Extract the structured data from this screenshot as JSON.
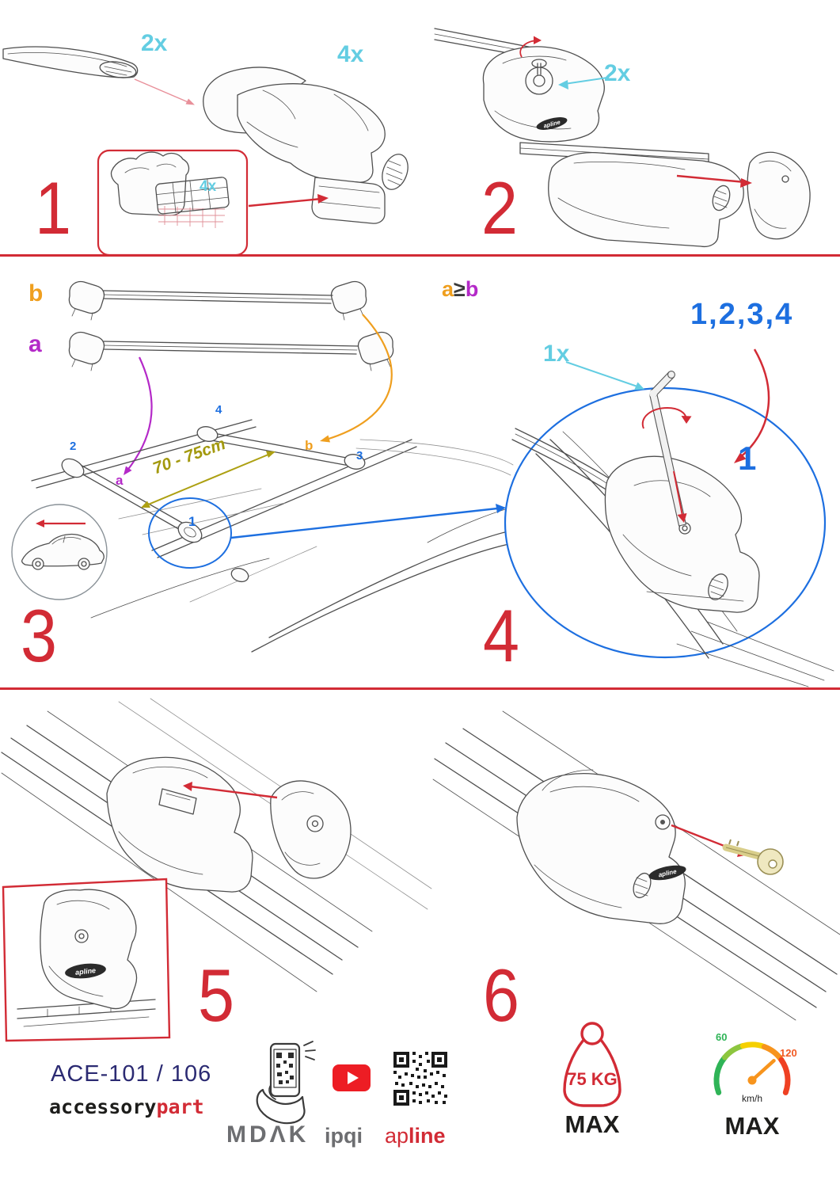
{
  "brandmark": "apline",
  "step1": {
    "number": "1",
    "bar_qty": "2x",
    "foot_qty": "4x",
    "pad_qty": "4x"
  },
  "step2": {
    "number": "2",
    "key_qty": "2x"
  },
  "step3": {
    "number": "3",
    "bar_b": "b",
    "bar_a": "a",
    "span": "70 - 75cm",
    "pos1": "1",
    "pos2": "2",
    "pos3": "3",
    "pos4": "4",
    "posa": "a",
    "posb": "b"
  },
  "step4": {
    "number": "4",
    "cond_a": "a",
    "cond_op": "≥",
    "cond_b": "b",
    "tool_qty": "1x",
    "order": "1,2,3,4",
    "first": "1"
  },
  "step5": {
    "number": "5"
  },
  "step6": {
    "number": "6"
  },
  "footer": {
    "model": "ACE-101 / 106",
    "brand1": "accessory",
    "brand2": "part",
    "mdak": "MDΛK",
    "ipqi": "ipqi",
    "apline1": "ap",
    "apline2": "line",
    "weight": "75 KG",
    "weight_max": "MAX",
    "speed_low": "60",
    "speed_high": "120",
    "speed_unit": "km/h",
    "speed_max": "MAX"
  }
}
